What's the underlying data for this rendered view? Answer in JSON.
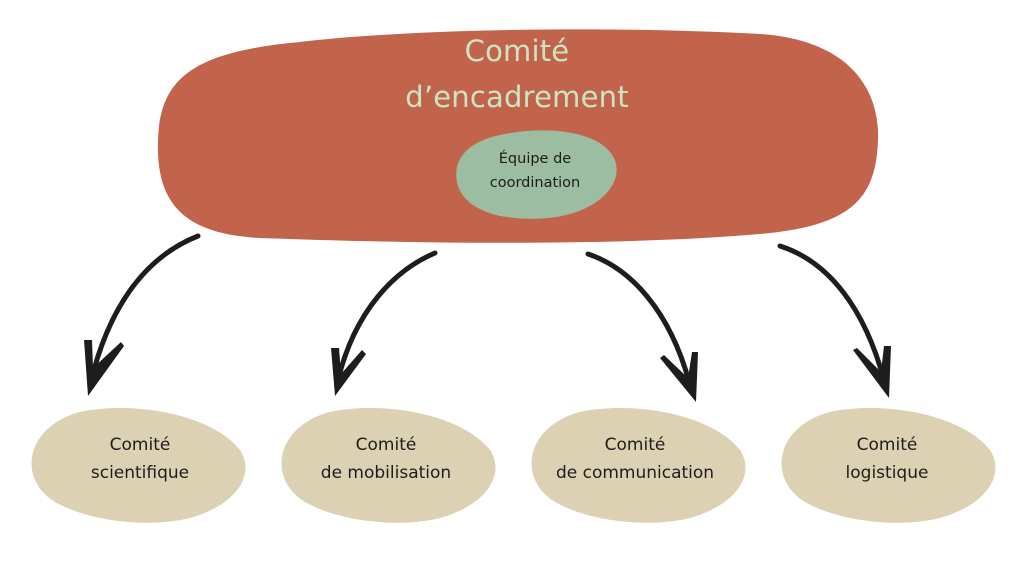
{
  "diagram": {
    "title": "Comité d’encadrement",
    "root": {
      "line1": "Comité",
      "line2": "d’encadrement",
      "color": "#c2634c",
      "text_color": "#cde4c2"
    },
    "inner": {
      "line1": "Équipe de",
      "line2": "coordination",
      "color": "#9dbda2"
    },
    "children": [
      {
        "line1": "Comité",
        "line2": "scientifique"
      },
      {
        "line1": "Comité",
        "line2": "de mobilisation"
      },
      {
        "line1": "Comité",
        "line2": "de communication"
      },
      {
        "line1": "Comité",
        "line2": "logistique"
      }
    ],
    "child_color": "#ddd1b3",
    "arrow_color": "#1d1d1b",
    "edges": [
      {
        "from": "Comité d’encadrement",
        "to": "Comité scientifique"
      },
      {
        "from": "Comité d’encadrement",
        "to": "Comité de mobilisation"
      },
      {
        "from": "Comité d’encadrement",
        "to": "Comité de communication"
      },
      {
        "from": "Comité d’encadrement",
        "to": "Comité logistique"
      }
    ]
  }
}
